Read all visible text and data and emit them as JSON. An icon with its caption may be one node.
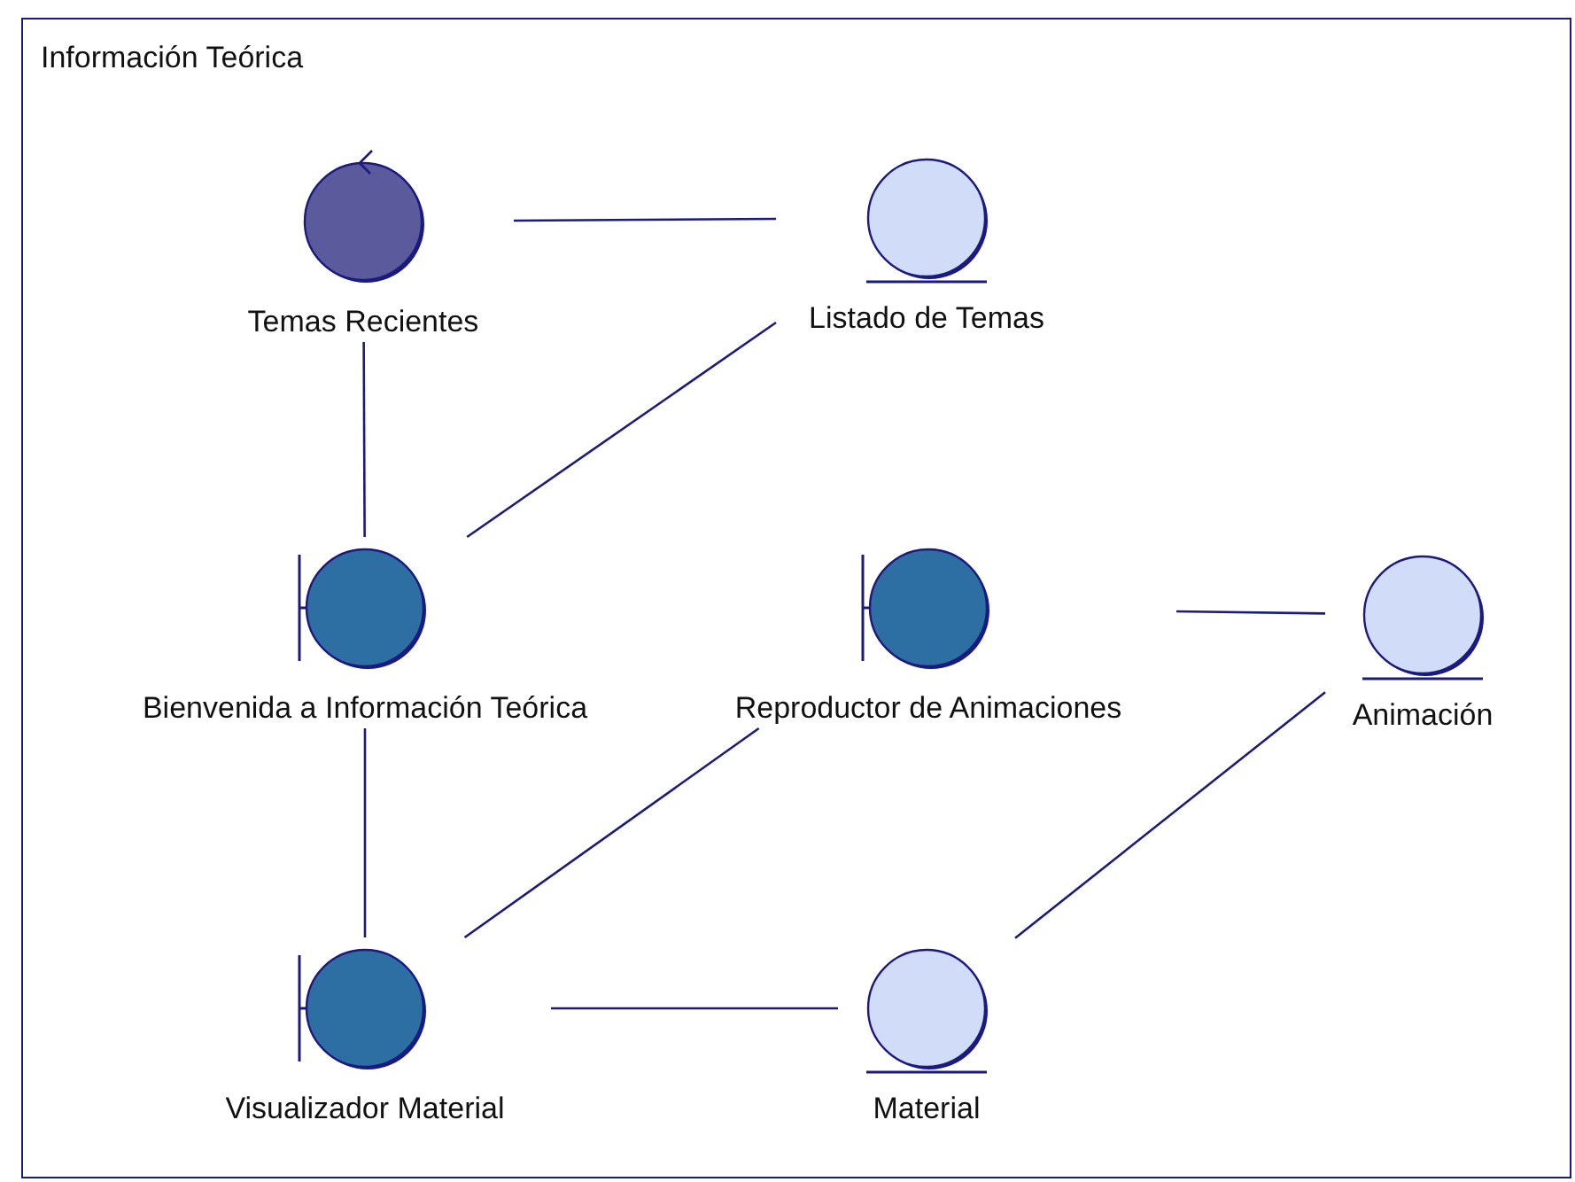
{
  "diagram": {
    "nodes": [
      {
        "text": [
          "Información Teórica"
        ]
      },
      {
        "text": [
          "Temas Recientes"
        ],
        "in": 0
      },
      {
        "text": [
          "Listado de Temas"
        ],
        "in": 0
      },
      {
        "text": [
          "Bienvenida a Información Teórica"
        ],
        "in": 0
      },
      {
        "text": [
          "Reproductor de Animaciones"
        ],
        "in": 0
      },
      {
        "text": [
          "Animación"
        ],
        "in": 0
      },
      {
        "text": [
          "Visualizador Material"
        ],
        "in": 0
      },
      {
        "text": [
          "Material"
        ],
        "in": 0
      }
    ],
    "edges": [
      {
        "from": 1,
        "to": 2,
        "arrow": "none"
      },
      {
        "from": 1,
        "to": 3,
        "arrow": "none"
      },
      {
        "from": 3,
        "to": 2,
        "arrow": "none"
      },
      {
        "from": 4,
        "to": 5,
        "arrow": "none"
      },
      {
        "from": 3,
        "to": 6,
        "arrow": "none"
      },
      {
        "from": 6,
        "to": 4,
        "arrow": "none"
      },
      {
        "from": 6,
        "to": 7,
        "arrow": "none"
      },
      {
        "from": 7,
        "to": 5,
        "arrow": "none"
      }
    ]
  }
}
